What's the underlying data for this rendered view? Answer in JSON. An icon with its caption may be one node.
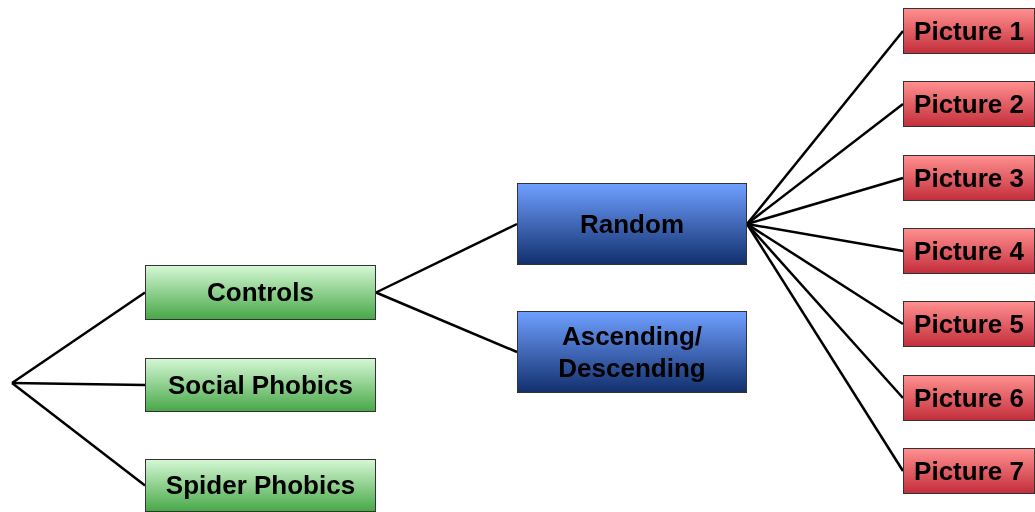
{
  "diagram": {
    "nodes": [
      {
        "text": [
          "Controls"
        ]
      },
      {
        "text": [
          "Social Phobics"
        ]
      },
      {
        "text": [
          "Spider Phobics"
        ]
      },
      {
        "text": [
          "Random"
        ]
      },
      {
        "text": [
          "Ascending/ Descending"
        ]
      },
      {
        "text": [
          "Picture 1"
        ]
      },
      {
        "text": [
          "Picture 2"
        ]
      },
      {
        "text": [
          "Picture 3"
        ]
      },
      {
        "text": [
          "Picture 4"
        ]
      },
      {
        "text": [
          "Picture 5"
        ]
      },
      {
        "text": [
          "Picture 6"
        ]
      },
      {
        "text": [
          "Picture 7"
        ]
      }
    ],
    "edges": [
      {
        "from": null,
        "to": 0,
        "arrow": "none"
      },
      {
        "from": null,
        "to": 1,
        "arrow": "none"
      },
      {
        "from": null,
        "to": 2,
        "arrow": "none"
      },
      {
        "from": 0,
        "to": 3,
        "arrow": "none"
      },
      {
        "from": 0,
        "to": 4,
        "arrow": "none"
      },
      {
        "from": 3,
        "to": 5,
        "arrow": "none"
      },
      {
        "from": 3,
        "to": 6,
        "arrow": "none"
      },
      {
        "from": 3,
        "to": 7,
        "arrow": "none"
      },
      {
        "from": 3,
        "to": 8,
        "arrow": "none"
      },
      {
        "from": 3,
        "to": 9,
        "arrow": "none"
      },
      {
        "from": 3,
        "to": 10,
        "arrow": "none"
      },
      {
        "from": 3,
        "to": 11,
        "arrow": "none"
      }
    ]
  }
}
